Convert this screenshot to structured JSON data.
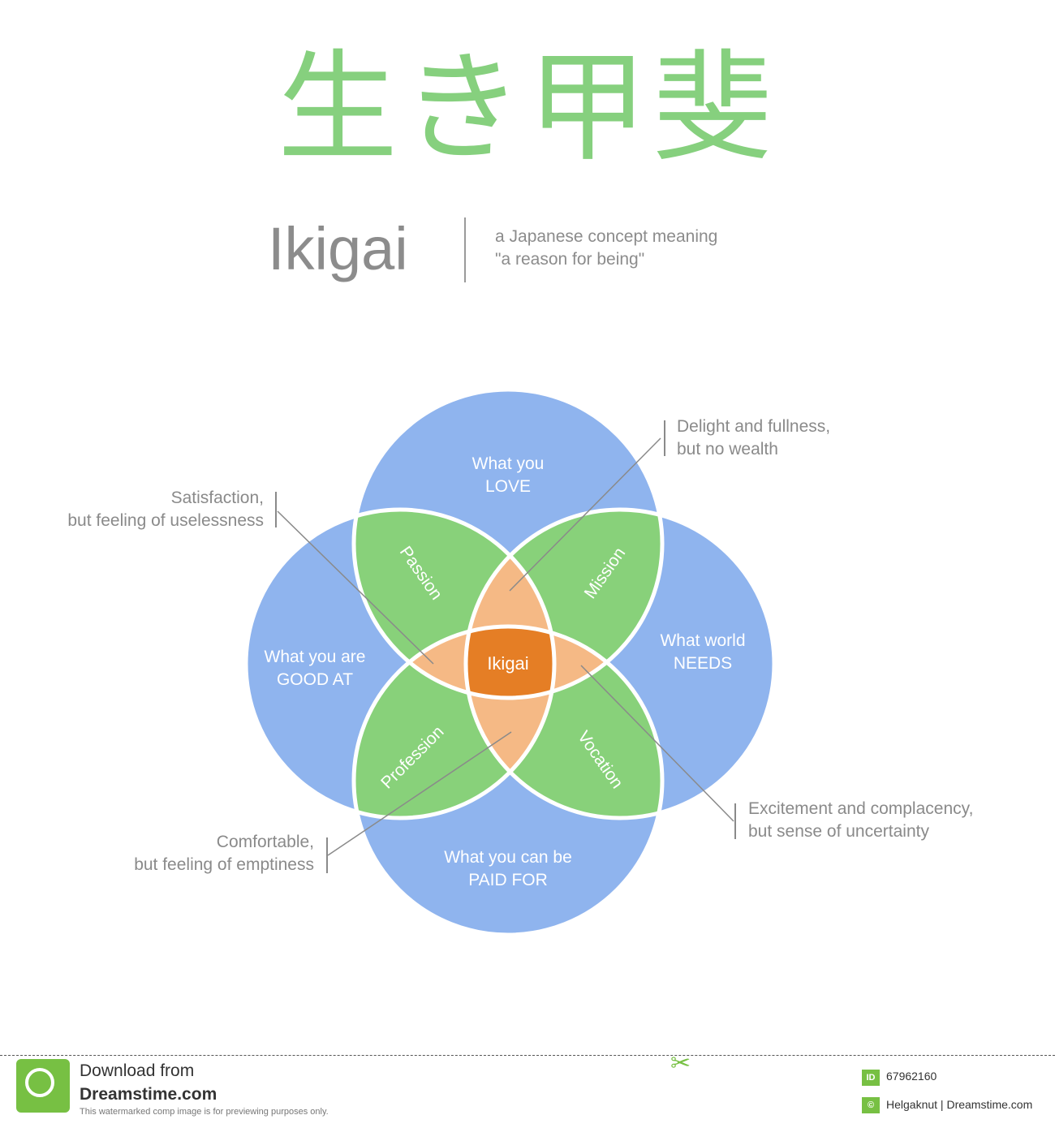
{
  "header": {
    "kanji": "生き甲斐",
    "word": "Ikigai",
    "tagline_line1": "a Japanese concept meaning",
    "tagline_line2": "\"a reason for being\""
  },
  "diagram": {
    "circles": [
      {
        "line1": "What you",
        "line2": "LOVE"
      },
      {
        "line1": "What you are",
        "line2": "GOOD AT"
      },
      {
        "line1": "What world",
        "line2": "NEEDS"
      },
      {
        "line1": "What you can be",
        "line2": "PAID FOR"
      }
    ],
    "petals": {
      "passion": "Passion",
      "mission": "Mission",
      "profession": "Profession",
      "vocation": "Vocation"
    },
    "center": "Ikigai",
    "colors": {
      "circle": "#8fb4ee",
      "petal": "#88d17a",
      "triple": "#f5b985",
      "center": "#e57e25",
      "stroke": "#ffffff"
    }
  },
  "callouts": {
    "top_right": {
      "line1": "Delight and fullness,",
      "line2": "but no wealth"
    },
    "top_left": {
      "line1": "Satisfaction,",
      "line2": "but feeling of uselessness"
    },
    "bottom_right": {
      "line1": "Excitement and complacency,",
      "line2": "but sense of uncertainty"
    },
    "bottom_left": {
      "line1": "Comfortable,",
      "line2": "but feeling of emptiness"
    }
  },
  "footer": {
    "download": "Download from",
    "brand": "Dreamstime.com",
    "note": "This watermarked comp image is for previewing purposes only.",
    "id_badge": "ID",
    "id_value": "67962160",
    "credit_badge": "©",
    "credit": "Helgaknut | Dreamstime.com",
    "logo_icon": "dreamstime-logo-icon",
    "scissors_icon": "scissors-icon"
  }
}
